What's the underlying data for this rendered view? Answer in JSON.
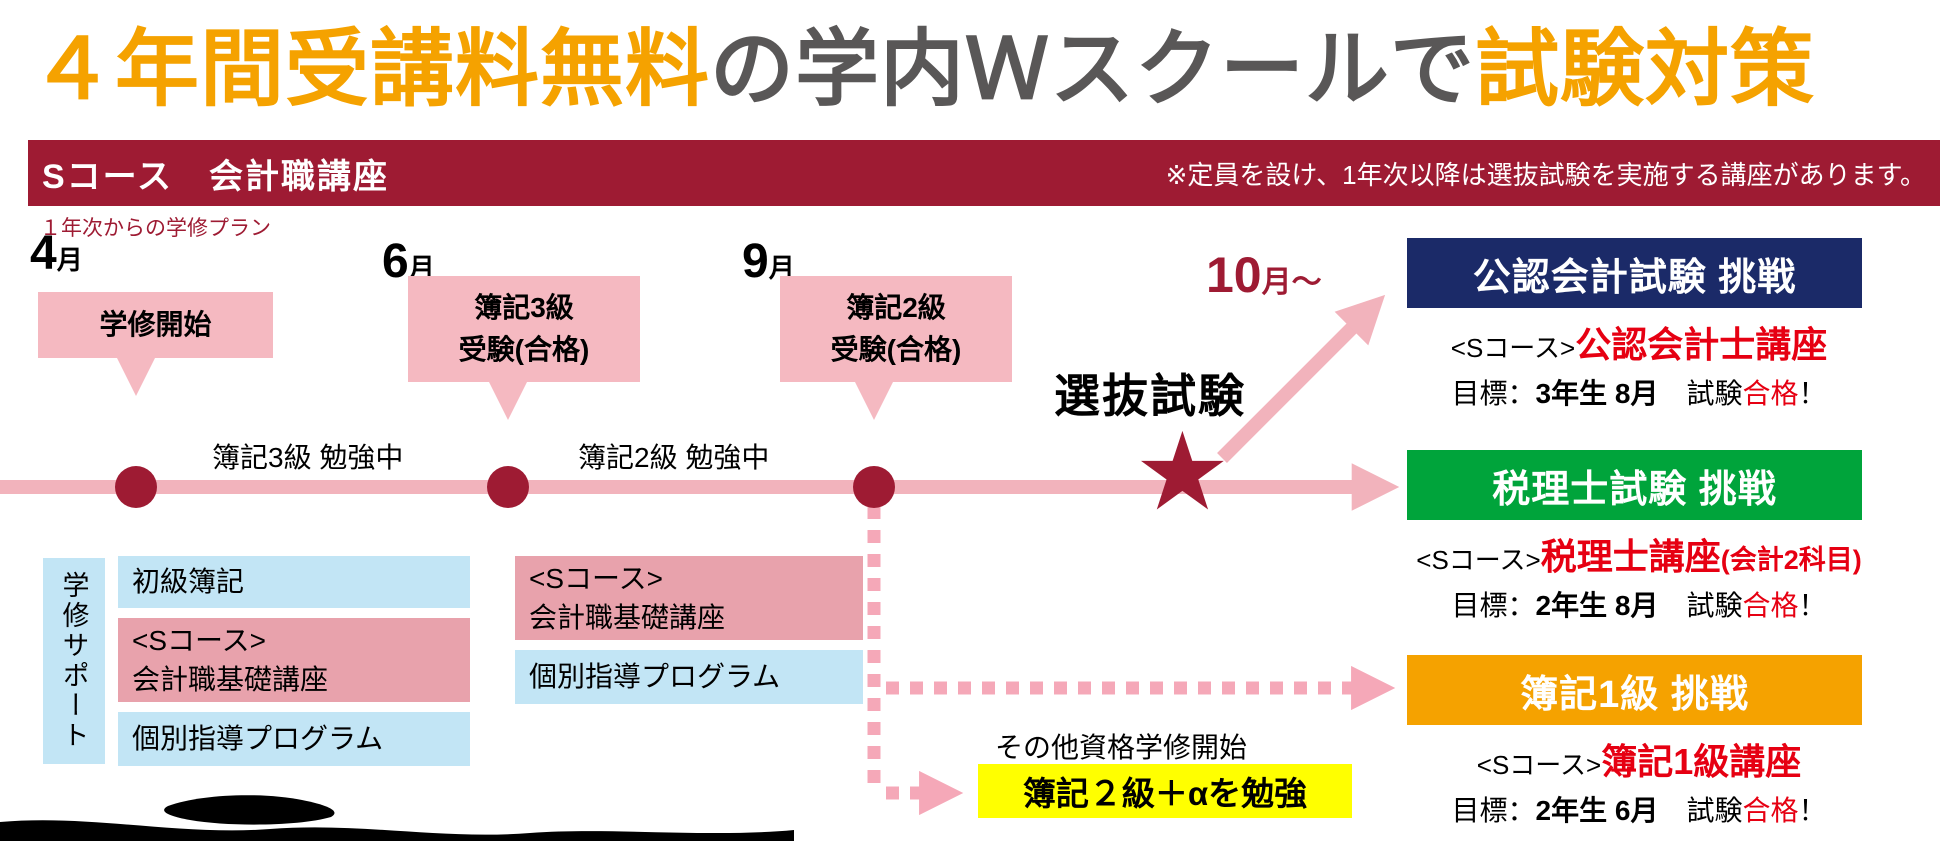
{
  "title": {
    "part1": "４年間受講料無料",
    "part2": "の学内Ｗスクールで",
    "part3": "試験対策"
  },
  "banner": {
    "course": "Sコース　会計職講座",
    "note": "※定員を設け、1年次以降は選抜試験を実施する講座があります。"
  },
  "plan_label": "１年次からの学修プラン",
  "months": [
    {
      "num": "4",
      "unit": "月"
    },
    {
      "num": "6",
      "unit": "月"
    },
    {
      "num": "9",
      "unit": "月"
    },
    {
      "num": "10",
      "unit": "月～"
    }
  ],
  "callouts": [
    {
      "line1": "学修開始",
      "line2": ""
    },
    {
      "line1": "簿記3級",
      "line2": "受験(合格)"
    },
    {
      "line1": "簿記2級",
      "line2": "受験(合格)"
    }
  ],
  "studying_labels": [
    "簿記3級 勉強中",
    "簿記2級 勉強中"
  ],
  "selection_exam": "選抜試験",
  "star": "★",
  "challenges": [
    {
      "box": "公認会計試験 挑戦",
      "prefix": "<Sコース>",
      "course": "公認会計士講座",
      "note": "",
      "goal": {
        "label": "目標：",
        "when": "3年生 8月",
        "exam": "　試験",
        "pass": "合格",
        "bang": "！"
      }
    },
    {
      "box": "税理士試験 挑戦",
      "prefix": "<Sコース>",
      "course": "税理士講座",
      "note": "(会計2科目)",
      "goal": {
        "label": "目標：",
        "when": "2年生 8月",
        "exam": "　試験",
        "pass": "合格",
        "bang": "！"
      }
    },
    {
      "box": "簿記1級 挑戦",
      "prefix": "<Sコース>",
      "course": "簿記1級講座",
      "note": "",
      "goal": {
        "label": "目標：",
        "when": "2年生 6月",
        "exam": "　試験",
        "pass": "合格",
        "bang": "！"
      }
    }
  ],
  "support": {
    "vertical_label": "学修サポート",
    "left_items": [
      {
        "line1": "初級簿記",
        "line2": ""
      },
      {
        "line1": "<Sコース>",
        "line2": "会計職基礎講座"
      },
      {
        "line1": "個別指導プログラム",
        "line2": ""
      }
    ],
    "mid_items": [
      {
        "line1": "<Sコース>",
        "line2": "会計職基礎講座"
      },
      {
        "line1": "個別指導プログラム",
        "line2": ""
      }
    ]
  },
  "other_study": {
    "label": "その他資格学修開始",
    "highlight": "簿記２級＋αを勉強"
  },
  "colors": {
    "accent_orange": "#f5a200",
    "title_gray": "#595757",
    "banner_red": "#9e1b33",
    "timeline_pink": "#f2b3bc",
    "dotted_pink": "#f5a8b8",
    "callout_pink": "#f5b9c1",
    "navy_box": "#1b2a68",
    "green_box": "#00a43b",
    "orange_box": "#f5a200",
    "light_blue_box": "#c2e5f5",
    "pink_course_box": "#e8a2ac",
    "yellow_highlight": "#ffff00",
    "red_text": "#e60012"
  }
}
